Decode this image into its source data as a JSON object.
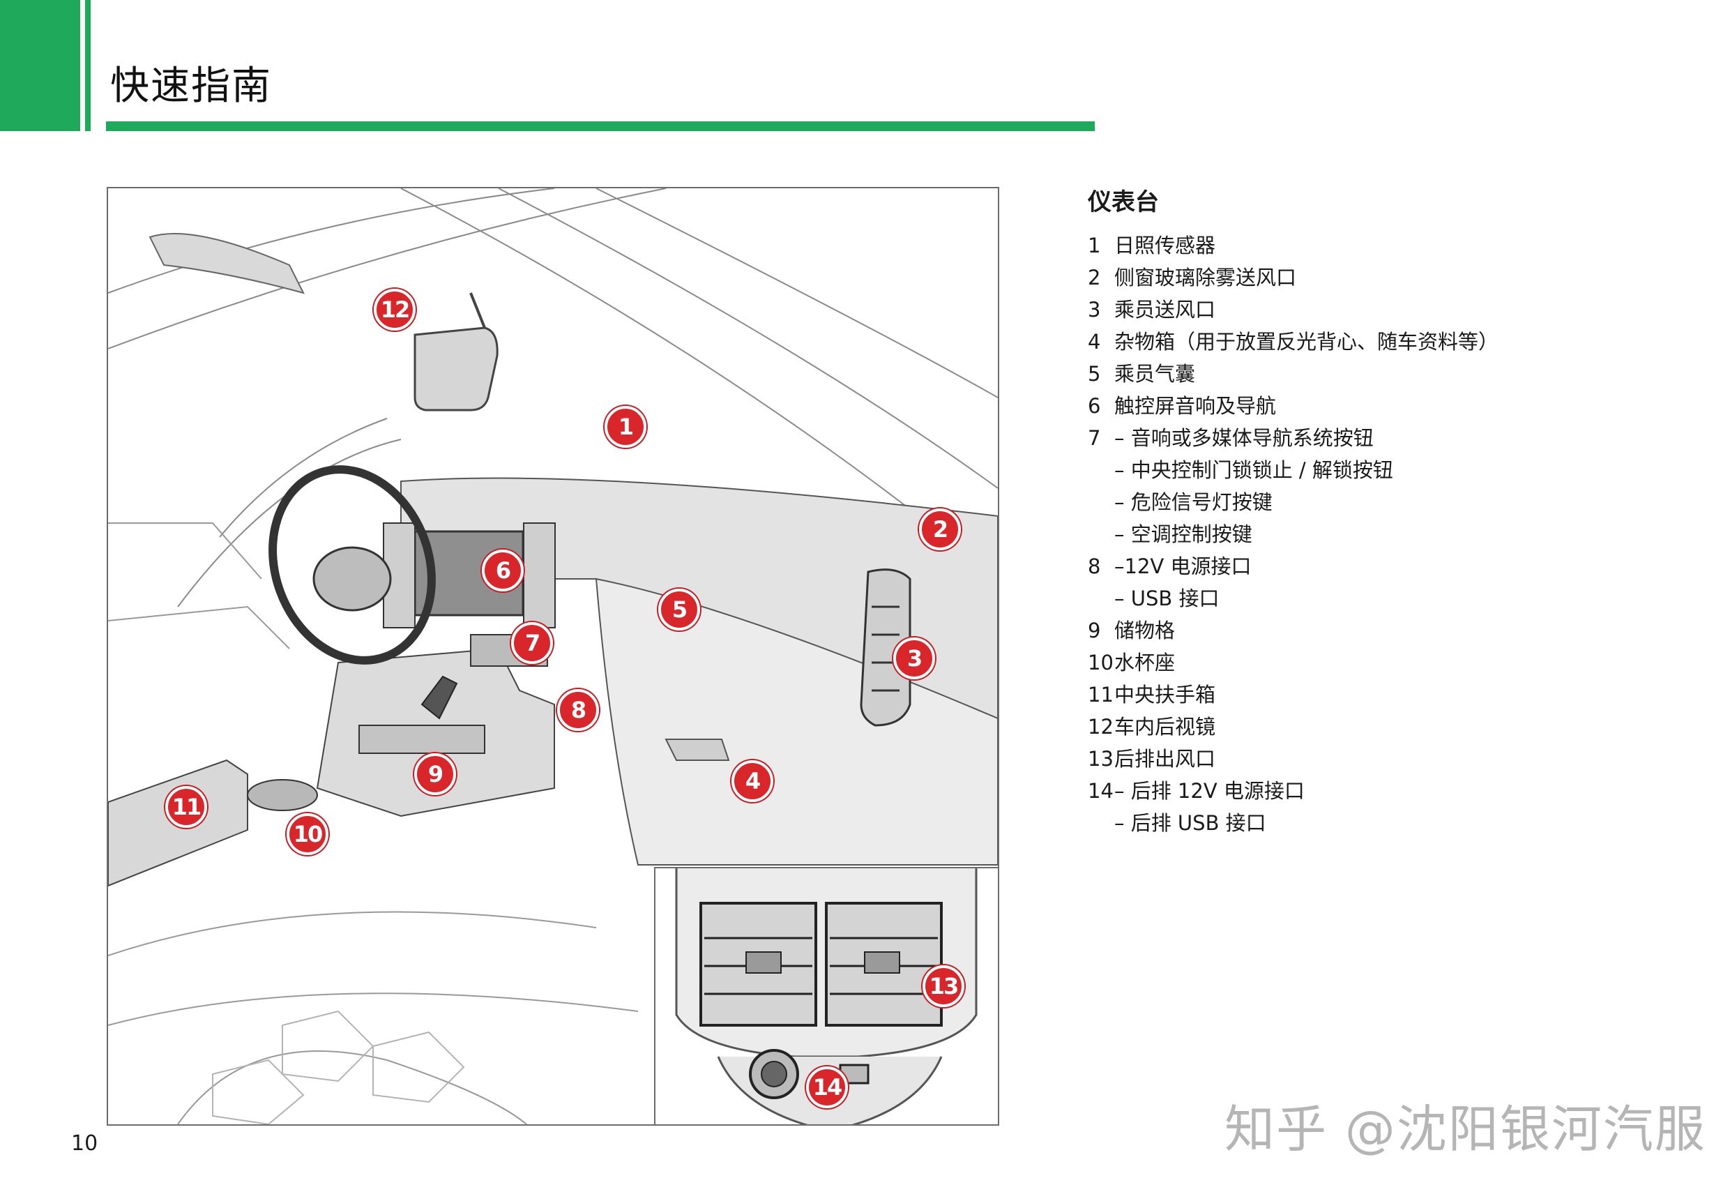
{
  "header": {
    "title": "快速指南"
  },
  "figure": {
    "markers": [
      "1",
      "2",
      "3",
      "4",
      "5",
      "6",
      "7",
      "8",
      "9",
      "10",
      "11",
      "12",
      "13",
      "14"
    ]
  },
  "legend": {
    "title": "仪表台",
    "items": [
      {
        "num": "1",
        "text": "日照传感器"
      },
      {
        "num": "2",
        "text": "侧窗玻璃除雾送风口"
      },
      {
        "num": "3",
        "text": "乘员送风口"
      },
      {
        "num": "4",
        "text": "杂物箱（用于放置反光背心、随车资料等）"
      },
      {
        "num": "5",
        "text": "乘员气囊"
      },
      {
        "num": "6",
        "text": "触控屏音响及导航"
      },
      {
        "num": "7",
        "text": "– 音响或多媒体导航系统按钮"
      },
      {
        "num": "",
        "text": "– 中央控制门锁锁止 / 解锁按钮"
      },
      {
        "num": "",
        "text": "– 危险信号灯按键"
      },
      {
        "num": "",
        "text": "– 空调控制按键"
      },
      {
        "num": "8",
        "text": "–12V 电源接口"
      },
      {
        "num": "",
        "text": "– USB 接口"
      },
      {
        "num": "9",
        "text": "储物格"
      },
      {
        "num": "10",
        "text": "水杯座"
      },
      {
        "num": "11",
        "text": "中央扶手箱"
      },
      {
        "num": "12",
        "text": "车内后视镜"
      },
      {
        "num": "13",
        "text": "后排出风口"
      },
      {
        "num": "14",
        "text": "– 后排 12V 电源接口"
      },
      {
        "num": "",
        "text": "– 后排 USB 接口"
      }
    ]
  },
  "footer": {
    "page_number": "10",
    "watermark": "知乎 @沈阳银河汽服"
  },
  "colors": {
    "accent": "#1faa5b",
    "marker": "#d8262a"
  }
}
